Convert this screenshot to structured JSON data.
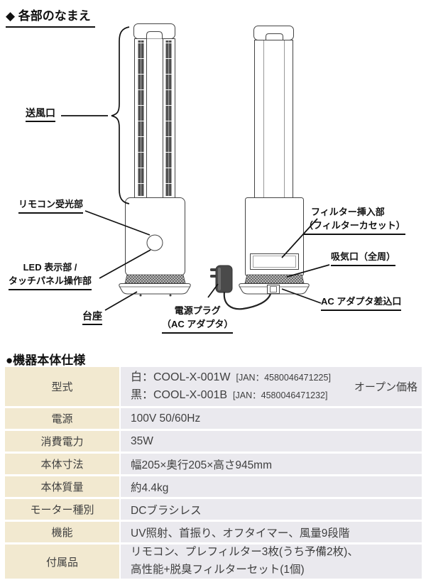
{
  "header": {
    "parts_title": "◆ 各部のなまえ"
  },
  "diagram": {
    "labels": {
      "air_outlet": "送風口",
      "remote_receiver": "リモコン受光部",
      "led_line1": "LED 表示部 /",
      "led_line2": "タッチパネル操作部",
      "pedestal": "台座",
      "plug_line1": "電源プラグ",
      "plug_line2": "（AC アダプタ）",
      "filter_line1": "フィルター挿入部",
      "filter_line2": "（フィルターカセット）",
      "intake": "吸気口（全周）",
      "ac_socket": "AC アダプタ差込口"
    }
  },
  "spec": {
    "title": "●機器本体仕様",
    "model_row": {
      "label": "型式",
      "white_model": "白：COOL-X-001W",
      "white_jan": "[JAN：4580046471225]",
      "black_model": "黒：COOL-X-001B",
      "black_jan": "[JAN：4580046471232]",
      "price": "オープン価格"
    },
    "rows": [
      {
        "label": "電源",
        "value": "100V 50/60Hz"
      },
      {
        "label": "消費電力",
        "value": "35W"
      },
      {
        "label": "本体寸法",
        "value": "幅205×奥行205×高さ945mm"
      },
      {
        "label": "本体質量",
        "value": "約4.4kg"
      },
      {
        "label": "モーター種別",
        "value": "DCブラシレス"
      },
      {
        "label": "機能",
        "value": "UV照射、首振り、オフタイマー、風量9段階"
      }
    ],
    "accessories_row": {
      "label": "付属品",
      "line1": "リモコン、プレフィルター3枚(うち予備2枚)、",
      "line2": "高性能+脱臭フィルターセット(1個)"
    }
  },
  "colors": {
    "label_col_bg": "#f2e9d0",
    "value_col_bg": "#eae9ee",
    "line": "#111111",
    "table_text": "#3f3f3f"
  }
}
